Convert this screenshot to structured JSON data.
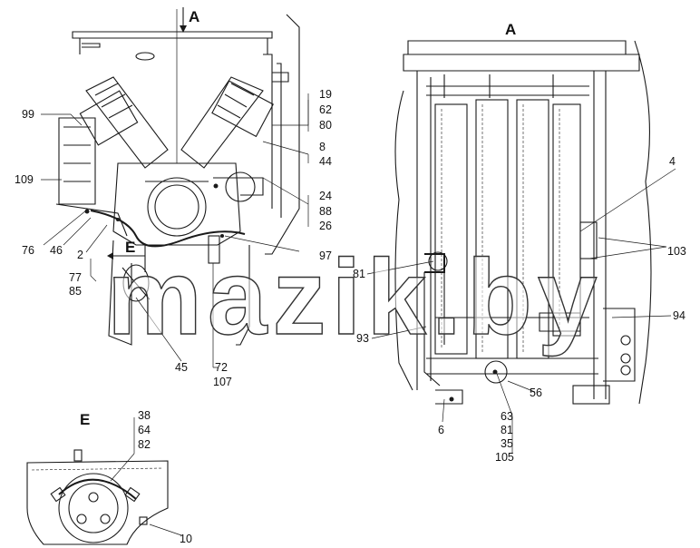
{
  "views": {
    "front_label": "A",
    "side_label": "A",
    "detail_label": "E",
    "detail_marker": "E"
  },
  "callouts_left": [
    "99",
    "109",
    "76",
    "46",
    "2",
    "77",
    "85",
    "45",
    "72",
    "107",
    "97",
    "26",
    "88",
    "24",
    "44",
    "8",
    "80",
    "62",
    "19"
  ],
  "callouts_right": [
    "4",
    "103",
    "94",
    "81",
    "93",
    "6",
    "63",
    "81",
    "35",
    "105",
    "56"
  ],
  "callouts_detail": [
    "38",
    "64",
    "82",
    "10"
  ],
  "watermark": "mazik.by"
}
